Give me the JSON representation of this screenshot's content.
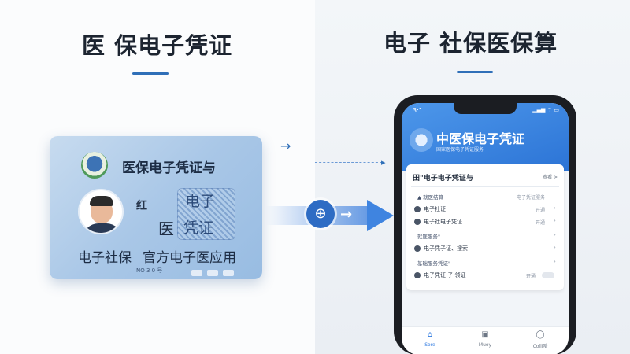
{
  "left": {
    "heading": "医 保电子凭证",
    "card": {
      "title": "医保电子凭证与",
      "mid1": "红",
      "mid2": "医",
      "qr_text1": "电子",
      "qr_text2": "凭证",
      "bottom_left": "电子社保",
      "bottom_right": "官方电子医应用",
      "serial": "NO 3 0 号"
    }
  },
  "right": {
    "heading": "电子 社保医保算"
  },
  "phone": {
    "status_time": "3:1",
    "status_icons": "▂▄▆ ⌔ ▭",
    "app_title": "中医保电子凭证",
    "app_subtitle": "国家医保电子凭证服务",
    "content_head": "田\"电子电子凭证与",
    "content_badge": "查看 >",
    "rows": [
      {
        "type": "section",
        "label": "▲ 就医结算",
        "value": "电子凭证服务"
      },
      {
        "type": "item",
        "label": "电子社证",
        "value": "开通"
      },
      {
        "type": "item",
        "label": "电子社电子凭证",
        "value": "开通"
      },
      {
        "type": "section",
        "label": "就医服务\"",
        "value": ""
      },
      {
        "type": "item",
        "label": "电子凭子证、搜索",
        "value": ""
      },
      {
        "type": "section",
        "label": "基础服务凭证\"",
        "value": ""
      },
      {
        "type": "item",
        "label": "电子凭证 子 领证",
        "value": "开通"
      }
    ],
    "tabs": [
      {
        "icon": "⌂",
        "label": "Sore",
        "active": true
      },
      {
        "icon": "▣",
        "label": "Muoy",
        "active": false
      },
      {
        "icon": "◯",
        "label": "Colli陪",
        "active": false
      }
    ]
  },
  "colors": {
    "accent": "#2f6fb8",
    "app_header": "#2c74d6",
    "card_bg": "#a9c7e7"
  }
}
